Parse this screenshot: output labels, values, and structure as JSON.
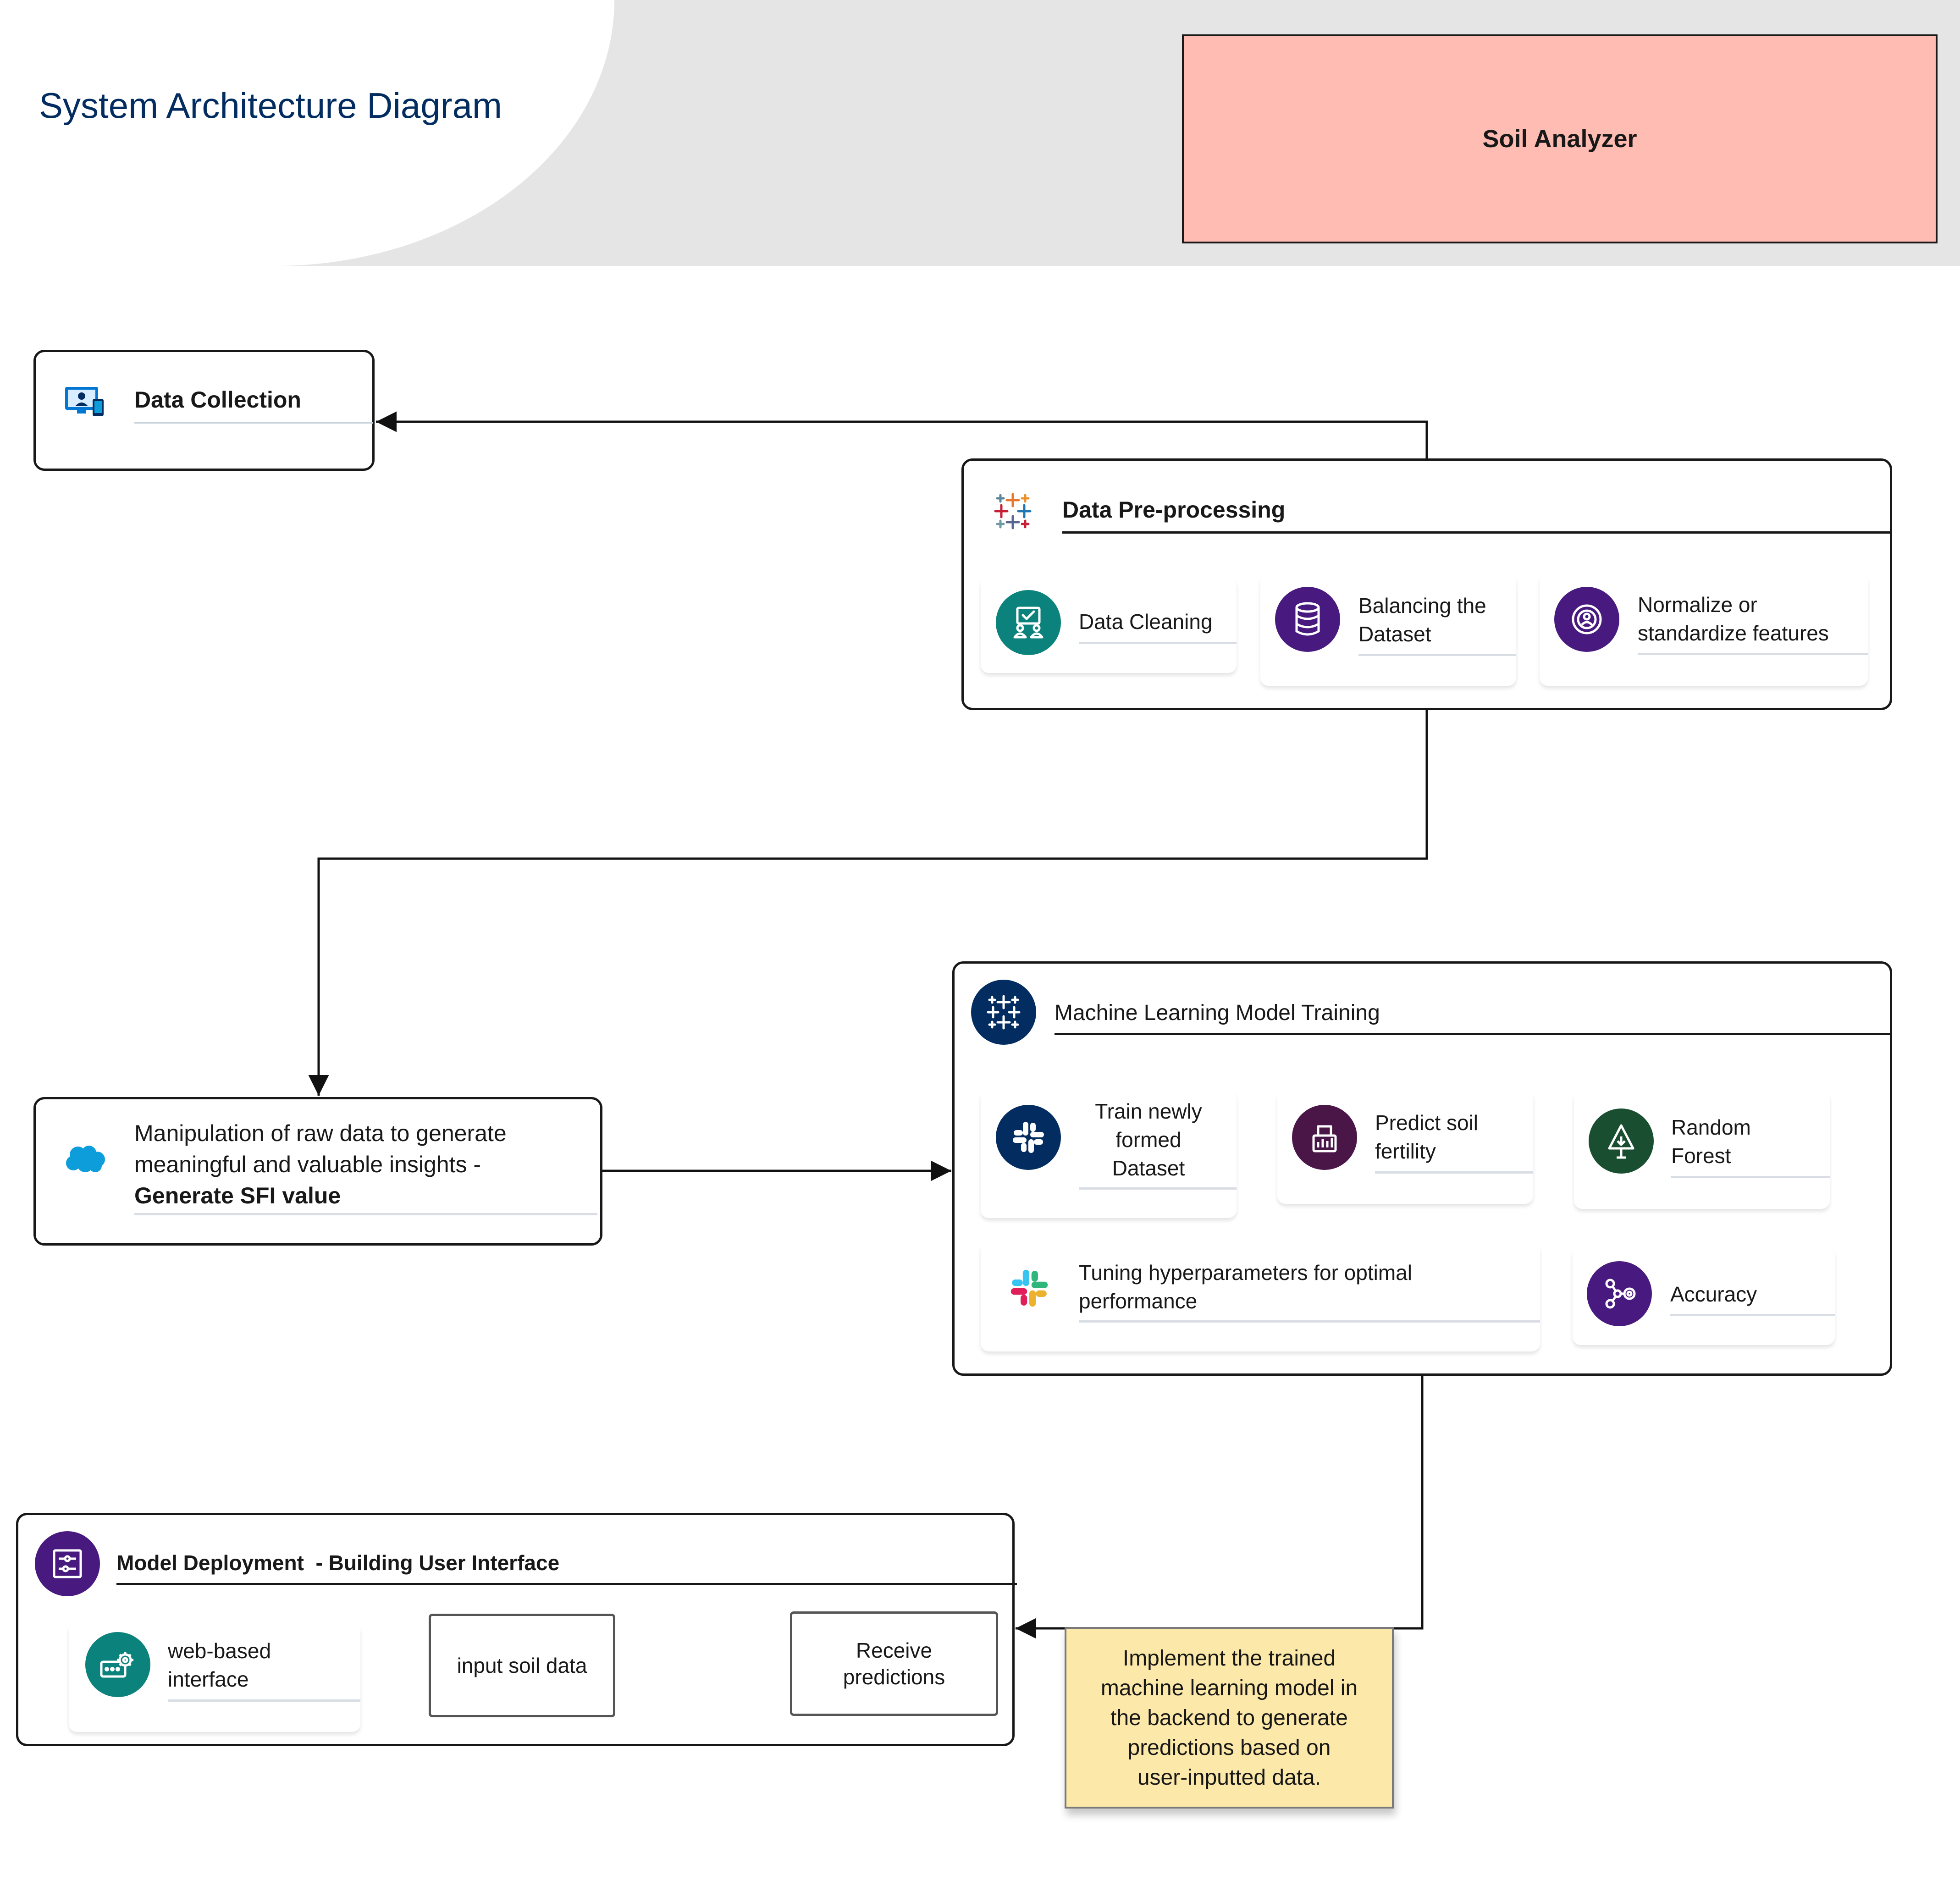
{
  "header": {
    "title": "System Architecture Diagram",
    "system_name": "Soil Analyzer"
  },
  "data_collection": {
    "title": "Data Collection"
  },
  "preprocessing": {
    "title": "Data Pre-processing",
    "steps": [
      {
        "label_line1": "Data Cleaning",
        "label_line2": "",
        "icon": "data-cleaning-icon",
        "color": "#0b827c"
      },
      {
        "label_line1": "Balancing the",
        "label_line2": "Dataset",
        "icon": "database-icon",
        "color": "#481a7f"
      },
      {
        "label_line1": "Normalize or",
        "label_line2": "standardize features",
        "icon": "normalize-icon",
        "color": "#481a7f"
      }
    ]
  },
  "manipulation": {
    "line1": "Manipulation of raw data to generate",
    "line2": "meaningful and valuable insights -",
    "line3": "Generate SFI value"
  },
  "ml_training": {
    "title": "Machine Learning Model Training",
    "items": [
      {
        "line1": "Train newly",
        "line2": "formed",
        "line3": "Dataset",
        "icon": "slack-icon",
        "color": "#032d60"
      },
      {
        "line1": "Predict soil",
        "line2": "fertility",
        "icon": "analytics-icon",
        "color": "#4a1547"
      },
      {
        "line1": "Random",
        "line2": "Forest",
        "icon": "tree-icon",
        "color": "#194e31"
      },
      {
        "line1": "Tuning hyperparameters for optimal",
        "line2": "performance",
        "icon": "slack-color-icon"
      },
      {
        "line1": "Accuracy",
        "icon": "network-icon",
        "color": "#481a7f"
      }
    ]
  },
  "deployment": {
    "title_bold": "Model Deployment",
    "title_rest": "  - Building User Interface",
    "web_line1": "web-based",
    "web_line2": "interface",
    "input_label": "input soil data",
    "receive_line1": "Receive",
    "receive_line2": "predictions"
  },
  "note": {
    "line1": "Implement the trained",
    "line2": "machine learning model in",
    "line3": "the backend to generate",
    "line4": "predictions based on",
    "line5": "user-inputted data."
  },
  "colors": {
    "title_navy": "#032d60",
    "soil_box": "#febcb2",
    "sticky_note": "#fce8a8",
    "teal": "#0b827c",
    "purple": "#481a7f",
    "cloud_blue": "#0d9dda"
  }
}
